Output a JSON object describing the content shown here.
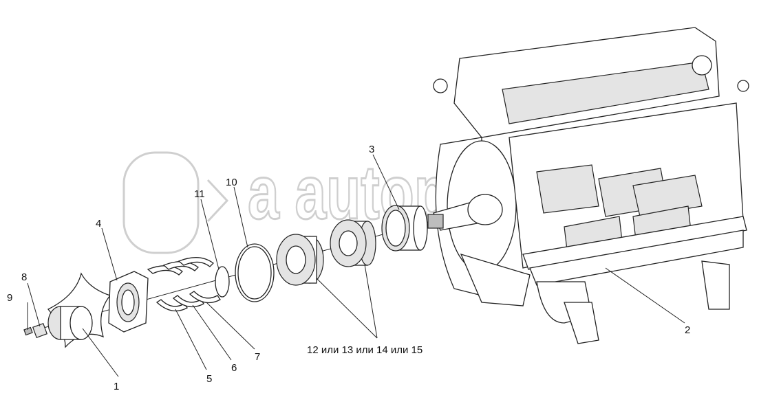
{
  "diagram": {
    "title": "Exploded view: shaft bearing assembly and rotor frame",
    "callouts": [
      {
        "id": "1",
        "text": "1"
      },
      {
        "id": "2",
        "text": "2"
      },
      {
        "id": "3",
        "text": "3"
      },
      {
        "id": "4",
        "text": "4"
      },
      {
        "id": "5",
        "text": "5"
      },
      {
        "id": "6",
        "text": "6"
      },
      {
        "id": "7",
        "text": "7"
      },
      {
        "id": "8",
        "text": "8"
      },
      {
        "id": "9",
        "text": "9"
      },
      {
        "id": "10",
        "text": "10"
      },
      {
        "id": "11",
        "text": "11"
      },
      {
        "id": "12",
        "text": "12 или 13 или 14 или 15"
      }
    ],
    "watermark": "autopiter.ru"
  }
}
